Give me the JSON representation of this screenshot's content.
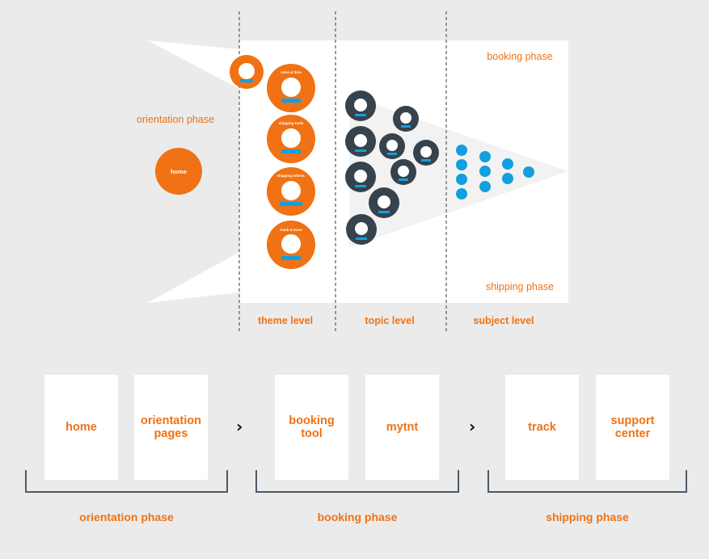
{
  "diagram": {
    "booking_phase_label": "booking phase",
    "shipping_phase_label": "shipping phase",
    "orientation_phase_label": "orientation phase",
    "home_label": "home",
    "levels": {
      "theme": "theme level",
      "topic": "topic level",
      "subject": "subject level"
    },
    "theme_nodes": [
      {
        "label": "rates & time"
      },
      {
        "label": "shipping tools"
      },
      {
        "label": "shipping inform."
      },
      {
        "label": "track & trace"
      }
    ],
    "colors": {
      "orange": "#f07214",
      "dark": "#36424c",
      "blue": "#129fe0",
      "background": "#ebebeb"
    }
  },
  "flow": {
    "groups": [
      {
        "cards": [
          "home",
          "orientation\npages"
        ],
        "bracket_label": "orientation phase"
      },
      {
        "cards": [
          "booking\ntool",
          "mytnt"
        ],
        "bracket_label": "booking phase"
      },
      {
        "cards": [
          "track",
          "support\ncenter"
        ],
        "bracket_label": "shipping phase"
      }
    ],
    "separator_glyph": "›"
  }
}
